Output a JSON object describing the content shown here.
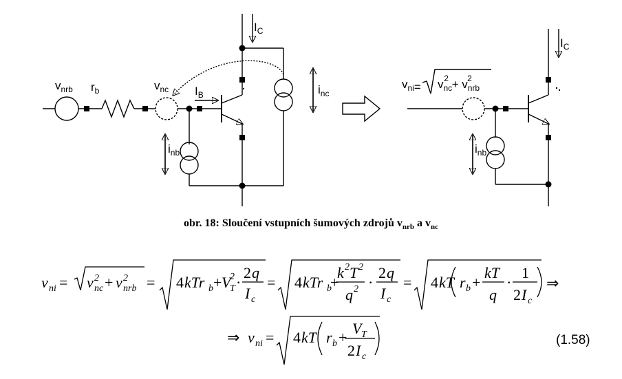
{
  "figure": {
    "labels": {
      "vnrb": {
        "main": "v",
        "sub": "nrb"
      },
      "rb": {
        "main": "r",
        "sub": "b"
      },
      "vnc": {
        "main": "v",
        "sub": "nc"
      },
      "ib": {
        "main": "I",
        "sub": "B"
      },
      "ic_left": {
        "main": "I",
        "sub": "C"
      },
      "inc": {
        "main": "i",
        "sub": "nc"
      },
      "inb_left": {
        "main": "i",
        "sub": "nb"
      },
      "vni": {
        "main": "v",
        "sub": "ni"
      },
      "vni_formula": "v",
      "ic_right": {
        "main": "I",
        "sub": "C"
      },
      "inb_right": {
        "main": "i",
        "sub": "nb"
      }
    },
    "caption": {
      "prefix": "obr. 18: Sloučení vstupních šumových zdrojů v",
      "sub1": "nrb",
      "mid": " a v",
      "sub2": "nc"
    }
  },
  "equation": {
    "number": "(1.58)"
  }
}
